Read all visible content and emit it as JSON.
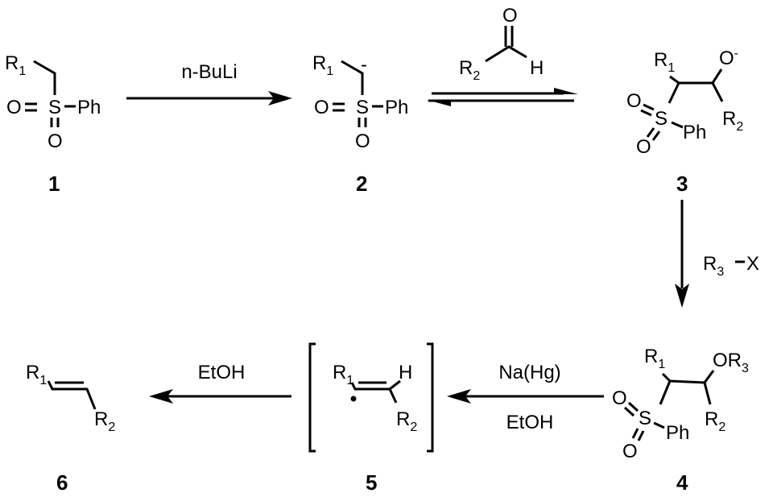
{
  "compounds": {
    "c1": {
      "label": "1",
      "r1": "R",
      "r1_sub": "1",
      "o_left": "O",
      "s": "S",
      "ph": "Ph",
      "o_bottom": "O"
    },
    "c2": {
      "label": "2",
      "r1": "R",
      "r1_sub": "1",
      "charge": "-",
      "o_left": "O",
      "s": "S",
      "ph": "Ph",
      "o_bottom": "O"
    },
    "c3": {
      "label": "3",
      "r1": "R",
      "r1_sub": "1",
      "o": "O",
      "charge": "-",
      "o_left": "O",
      "s": "S",
      "ph": "Ph",
      "o_bottom": "O",
      "r2": "R",
      "r2_sub": "2"
    },
    "c4": {
      "label": "4",
      "r1": "R",
      "r1_sub": "1",
      "or3": "OR",
      "or3_sub": "3",
      "o_left": "O",
      "s": "S",
      "ph": "Ph",
      "o_bottom": "O",
      "r2": "R",
      "r2_sub": "2"
    },
    "c5": {
      "label": "5",
      "r1": "R",
      "r1_sub": "1",
      "h": "H",
      "r2": "R",
      "r2_sub": "2"
    },
    "c6": {
      "label": "6",
      "r1": "R",
      "r1_sub": "1",
      "r2": "R",
      "r2_sub": "2"
    }
  },
  "reagents": {
    "step1": "n-BuLi",
    "aldehyde": {
      "o": "O",
      "r2": "R",
      "r2_sub": "2",
      "h": "H"
    },
    "step3": {
      "r3": "R",
      "r3_sub": "3",
      "x": "X"
    },
    "step4_top": "Na(Hg)",
    "step4_bottom": "EtOH",
    "step5": "EtOH"
  }
}
